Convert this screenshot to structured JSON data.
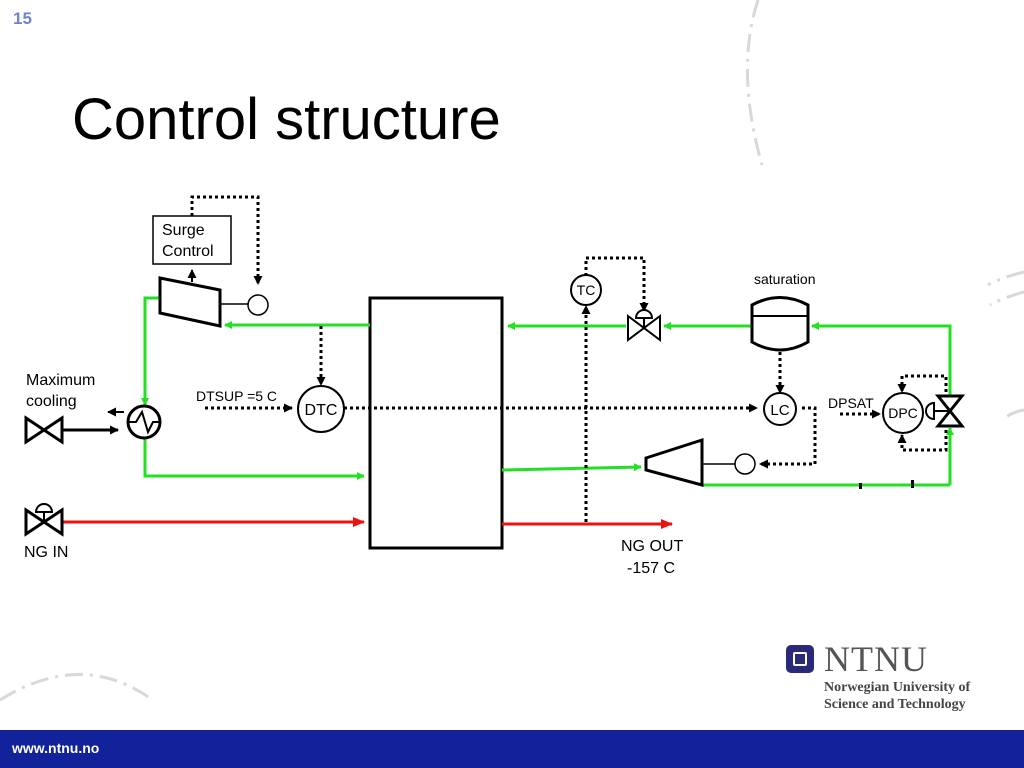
{
  "slide": {
    "number": "15",
    "title": "Control structure"
  },
  "diagram": {
    "surge_control_line1": "Surge",
    "surge_control_line2": "Control",
    "max_cooling_line1": "Maximum",
    "max_cooling_line2": "cooling",
    "dtsup": "DTSUP =5 C",
    "dtc": "DTC",
    "tc": "TC",
    "lc": "LC",
    "saturation": "saturation",
    "dpsat": "DPSAT",
    "dpc": "DPC",
    "ng_in": "NG IN",
    "ng_out_line1": "NG OUT",
    "ng_out_line2": "-157 C"
  },
  "colors": {
    "refrigerant": "#22e022",
    "natural_gas": "#ee1111",
    "signal": "#000000",
    "footer": "#12229b"
  },
  "logo": {
    "name": "NTNU",
    "line1": "Norwegian University of",
    "line2": "Science and Technology"
  },
  "footer": {
    "url": "www.ntnu.no"
  }
}
